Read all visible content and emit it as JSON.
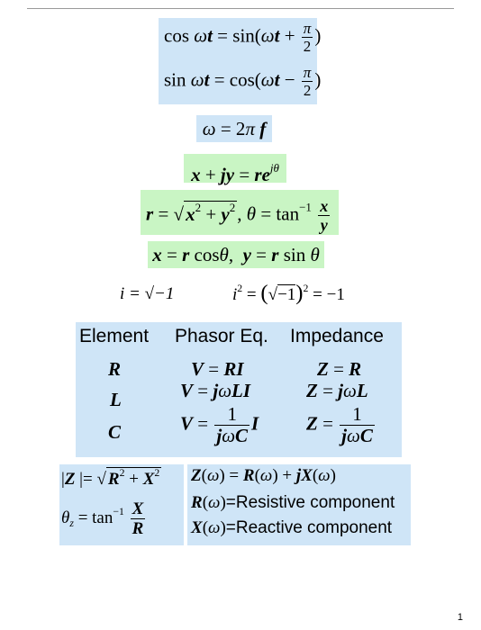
{
  "page_number": "1",
  "imaginary_unit": {
    "definition": "i = √−1",
    "square_lhs": "i",
    "square_rhs": "= −1"
  },
  "impedance_table": {
    "headers": [
      "Element",
      "Phasor Eq.",
      "Impedance"
    ],
    "elements": [
      "R",
      "L",
      "C"
    ]
  },
  "component_labels": {
    "resistive": "=Resistive component",
    "reactive": "=Reactive component"
  }
}
